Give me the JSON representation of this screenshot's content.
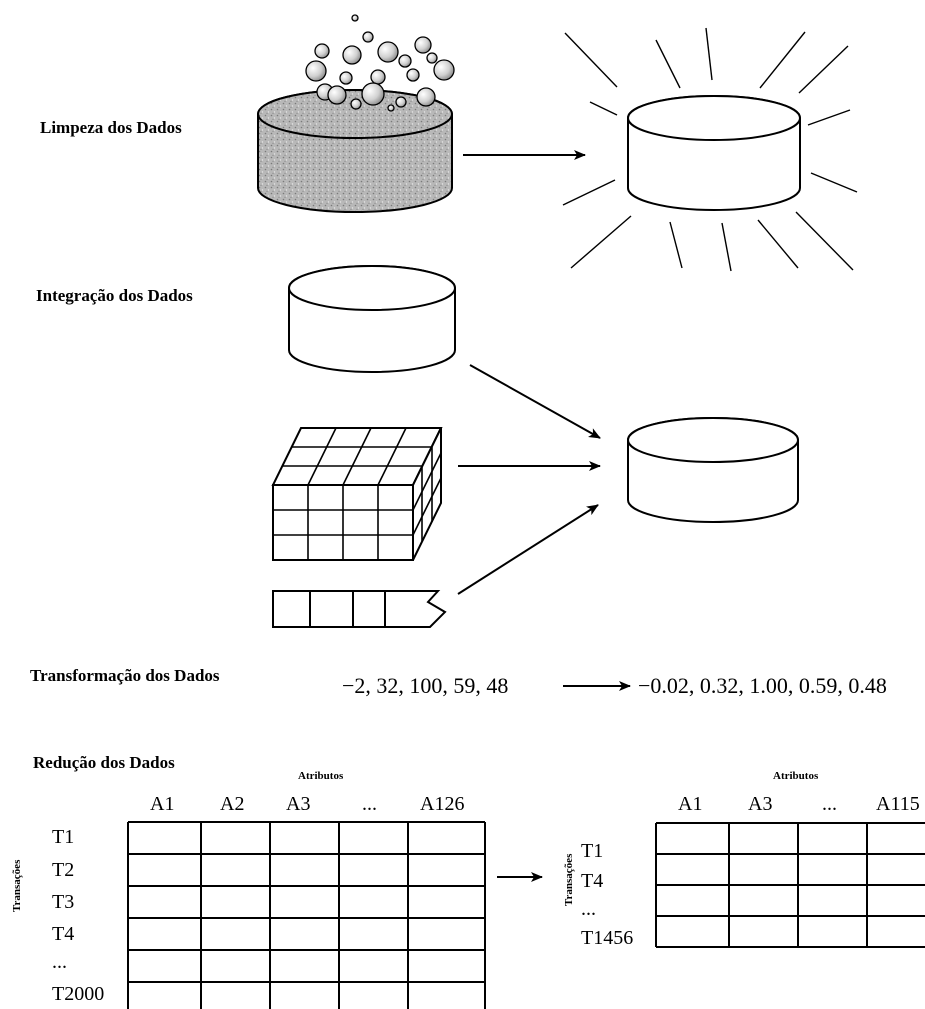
{
  "sections": {
    "cleaning": "Limpeza dos Dados",
    "integration": "Integração dos Dados",
    "transformation": "Transformação dos Dados",
    "reduction": "Redução dos Dados"
  },
  "transformation": {
    "before": "−2, 32, 100, 59, 48",
    "after": "−0.02, 0.32, 1.00, 0.59, 0.48"
  },
  "reduction": {
    "left": {
      "attributes_label": "Atributos",
      "transactions_label": "Transações",
      "columns": [
        "A1",
        "A2",
        "A3",
        "...",
        "A126"
      ],
      "rows": [
        "T1",
        "T2",
        "T3",
        "T4",
        "...",
        "T2000"
      ]
    },
    "right": {
      "attributes_label": "Atributos",
      "transactions_label": "Transações",
      "columns": [
        "A1",
        "A3",
        "...",
        "A115"
      ],
      "rows": [
        "T1",
        "T4",
        "...",
        "T1456"
      ]
    }
  }
}
